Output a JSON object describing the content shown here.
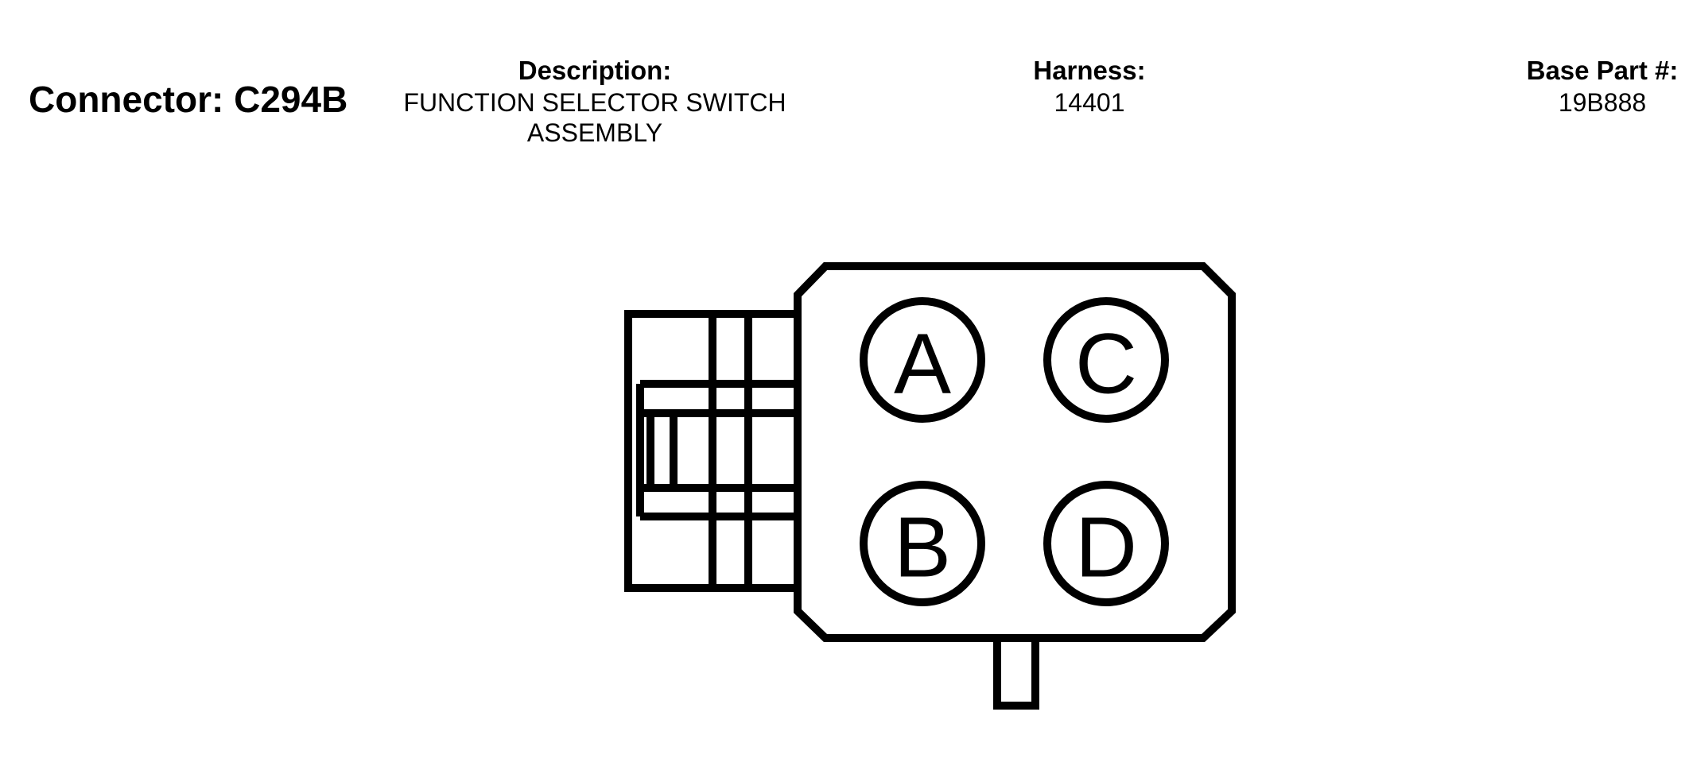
{
  "header": {
    "connector_title": "Connector: C294B",
    "description_label": "Description:",
    "description_lines": [
      "FUNCTION SELECTOR SWITCH",
      "ASSEMBLY"
    ],
    "harness_label": "Harness:",
    "harness_value": "14401",
    "base_part_label": "Base Part #:",
    "base_part_value": "19B888"
  },
  "connector": {
    "pins": [
      {
        "id": "A",
        "label": "A"
      },
      {
        "id": "B",
        "label": "B"
      },
      {
        "id": "C",
        "label": "C"
      },
      {
        "id": "D",
        "label": "D"
      }
    ]
  }
}
